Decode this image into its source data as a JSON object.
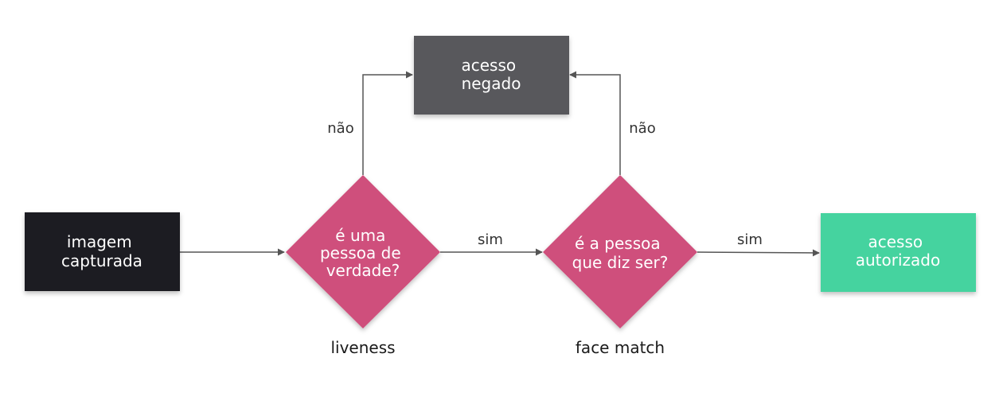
{
  "nodes": {
    "captured_image": {
      "lines": [
        "imagem",
        "capturada"
      ],
      "color": "#1b1c20"
    },
    "liveness_question": {
      "lines": [
        "é uma",
        "pessoa de",
        "verdade?"
      ],
      "color": "#cf4f7b"
    },
    "face_match_question": {
      "lines": [
        "é a pessoa",
        "que diz ser?"
      ],
      "color": "#cf4f7b"
    },
    "access_denied": {
      "lines": [
        "acesso",
        "negado"
      ],
      "color": "#58595b"
    },
    "access_granted": {
      "lines": [
        "acesso",
        "autorizado"
      ],
      "color": "#45d39f"
    }
  },
  "edges": {
    "liveness_no": "não",
    "face_match_no": "não",
    "liveness_yes": "sim",
    "face_match_yes": "sim"
  },
  "captions": {
    "liveness": "liveness",
    "face_match": "face match"
  }
}
